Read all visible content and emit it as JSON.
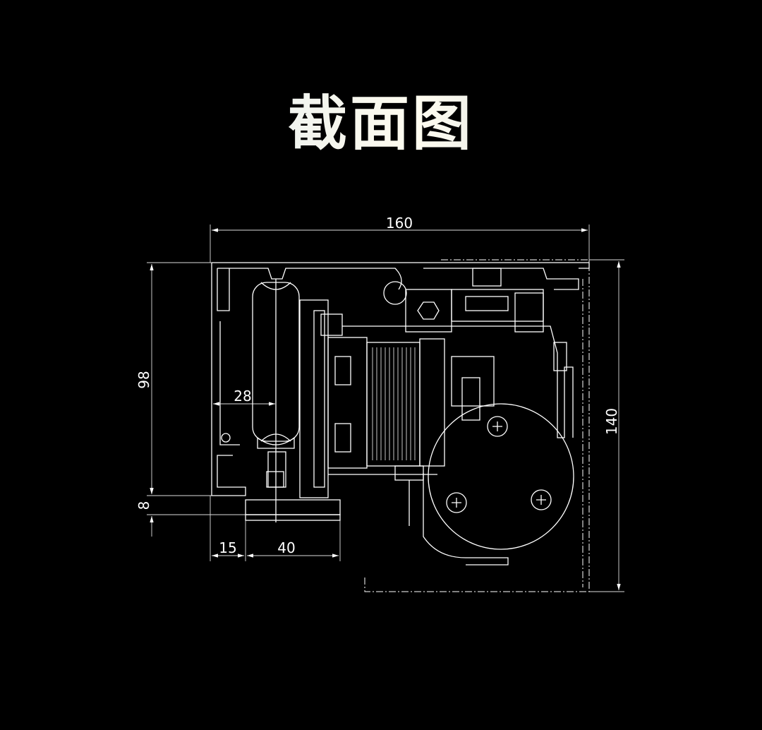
{
  "title": "截面图",
  "dimensions": {
    "total_width": "160",
    "total_height": "140",
    "rail_height": "98",
    "wheel_offset": "28",
    "base_gap": "8",
    "left_offset": "15",
    "base_width": "40"
  }
}
